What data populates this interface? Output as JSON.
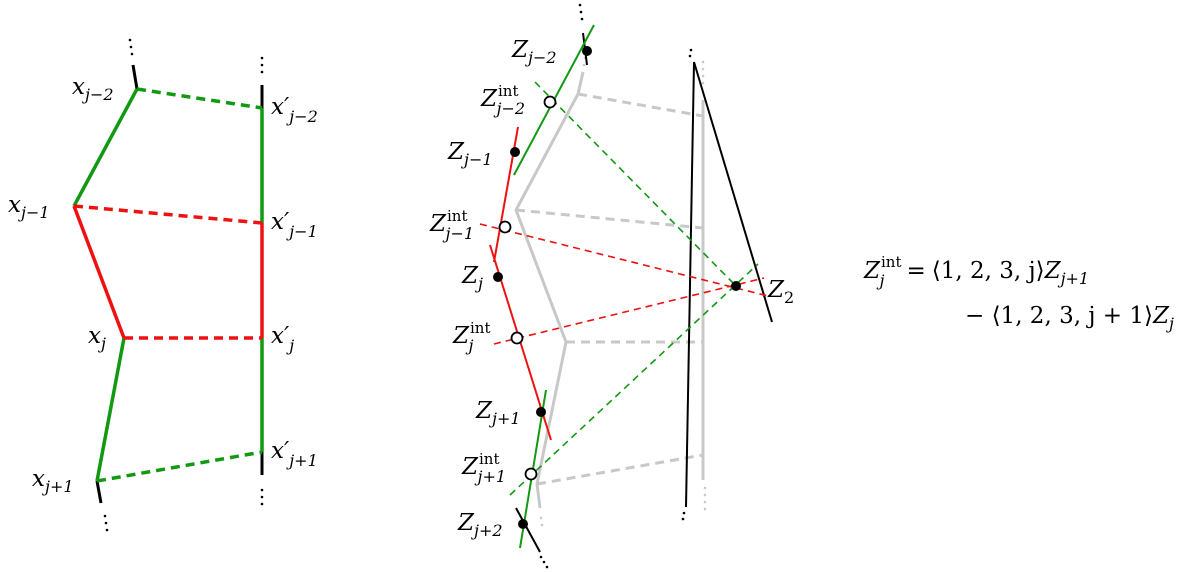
{
  "left_labels": {
    "x_jm2": "x",
    "x_jm2_sub": "j−2",
    "x_jm1": "x",
    "x_jm1_sub": "j−1",
    "x_j": "x",
    "x_j_sub": "j",
    "x_jp1": "x",
    "x_jp1_sub": "j+1",
    "xp_jm2": "x′",
    "xp_jm2_sub": "j−2",
    "xp_jm1": "x′",
    "xp_jm1_sub": "j−1",
    "xp_j": "x′",
    "xp_j_sub": "j",
    "xp_jp1": "x′",
    "xp_jp1_sub": "j+1"
  },
  "middle_labels": {
    "Z": "Z",
    "int": "int",
    "Z_jm2_sub": "j−2",
    "Zint_jm2_sub": "j−2",
    "Z_jm1_sub": "j−1",
    "Zint_jm1_sub": "j−1",
    "Z_j_sub": "j",
    "Zint_j_sub": "j",
    "Z_jp1_sub": "j+1",
    "Zint_jp1_sub": "j+1",
    "Z_jp2_sub": "j+2",
    "Z2_sub": "2"
  },
  "formula": {
    "lhs": "Z",
    "lhs_sup": "int",
    "lhs_sub": "j",
    "eq": "=",
    "line1_bracket": "⟨1, 2, 3, j⟩",
    "line1_Z": "Z",
    "line1_Z_sub": "j+1",
    "line2_bracket": "− ⟨1, 2, 3, j + 1⟩",
    "line2_Z": "Z",
    "line2_Z_sub": "j"
  },
  "colors": {
    "green": "#119911",
    "red": "#ee1111",
    "gray": "#c8c8c8",
    "black": "#000000"
  }
}
